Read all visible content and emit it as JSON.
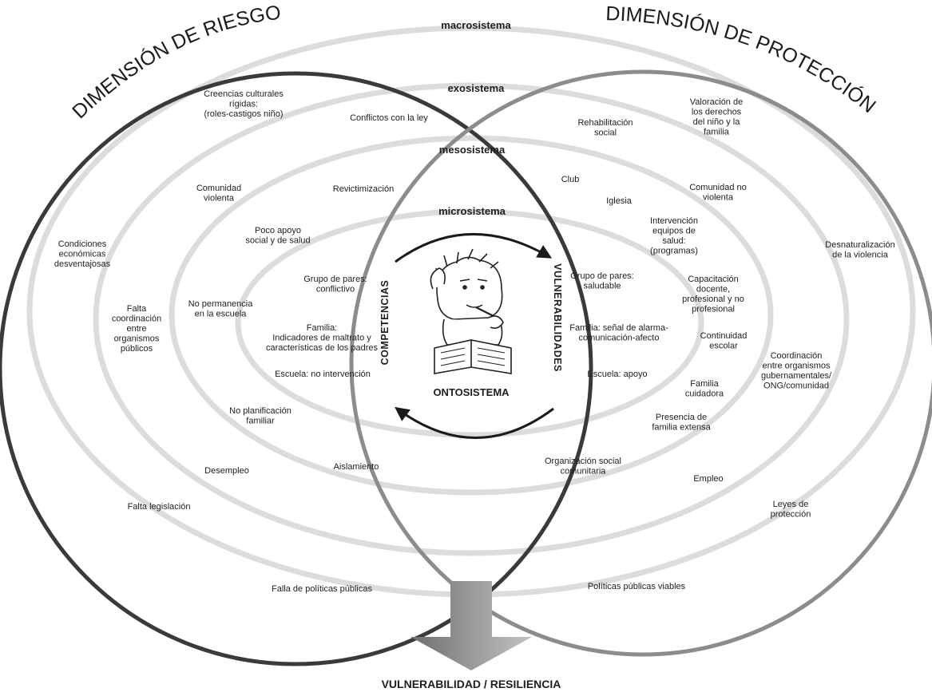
{
  "dimensions": {
    "risk": "DIMENSIÓN DE RIESGO",
    "protection": "DIMENSIÓN DE PROTECCIÓN"
  },
  "systems": {
    "macro": "macrosistema",
    "exo": "exosistema",
    "meso": "mesosistema",
    "micro": "microsistema",
    "onto": "ONTOSISTEMA"
  },
  "axes": {
    "competencias": "COMPETENCIAS",
    "vulnerabilidades": "VULNERABILIDADES"
  },
  "result": "VULNERABILIDAD / RESILIENCIA",
  "risk_factors": {
    "creencias": [
      "Creencias culturales",
      "rígidas:",
      "(roles-castigos niño)"
    ],
    "conflictos": [
      "Conflictos con la ley"
    ],
    "comunidad_violenta": [
      "Comunidad",
      "violenta"
    ],
    "revictimizacion": [
      "Revictimización"
    ],
    "condiciones": [
      "Condiciones",
      "económicas",
      "desventajosas"
    ],
    "poco_apoyo": [
      "Poco apoyo",
      "social y de salud"
    ],
    "grupo_conflictivo": [
      "Grupo de pares:",
      "conflictivo"
    ],
    "falta_coordinacion": [
      "Falta",
      "coordinación",
      "entre",
      "organismos",
      "públicos"
    ],
    "no_permanencia": [
      "No permanencia",
      "en la escuela"
    ],
    "familia_maltrato": [
      "Familia:",
      "Indicadores de maltrato y",
      "características de los padres"
    ],
    "escuela_no": [
      "Escuela: no intervención"
    ],
    "no_planificacion": [
      "No planificación",
      "familiar"
    ],
    "desempleo": [
      "Desempleo"
    ],
    "aislamiento": [
      "Aislamiento"
    ],
    "falta_legislacion": [
      "Falta legislación"
    ],
    "falla_politicas": [
      "Falla de políticas públicas"
    ]
  },
  "protection_factors": {
    "valoracion": [
      "Valoración de",
      "los derechos",
      "del niño y la",
      "familia"
    ],
    "rehabilitacion": [
      "Rehabilitación",
      "social"
    ],
    "club": [
      "Club"
    ],
    "iglesia": [
      "Iglesia"
    ],
    "comunidad_no_violenta": [
      "Comunidad no",
      "violenta"
    ],
    "intervencion": [
      "Intervención",
      "equipos de",
      "salud:",
      "(programas)"
    ],
    "desnaturalizacion": [
      "Desnaturalización",
      "de la violencia"
    ],
    "grupo_saludable": [
      "Grupo de pares:",
      "saludable"
    ],
    "capacitacion": [
      "Capacitación",
      "docente,",
      "profesional y no",
      "profesional"
    ],
    "familia_senal": [
      "Familia: señal de alarma-",
      "comunicación-afecto"
    ],
    "continuidad": [
      "Continuidad",
      "escolar"
    ],
    "coordinacion": [
      "Coordinación",
      "entre organismos",
      "gubernamentales/",
      "ONG/comunidad"
    ],
    "escuela_apoyo": [
      "Escuela: apoyo"
    ],
    "familia_cuidadora": [
      "Familia",
      "cuidadora"
    ],
    "familia_extensa": [
      "Presencia de",
      "familia extensa"
    ],
    "organizacion": [
      "Organización social",
      "comunitaria"
    ],
    "empleo": [
      "Empleo"
    ],
    "leyes": [
      "Leyes de",
      "protección"
    ],
    "politicas_viables": [
      "Políticas públicas viables"
    ]
  },
  "colors": {
    "ring": "#dcdcdc",
    "circle_left": "#3a3a3a",
    "circle_right": "#8c8c8c",
    "arrow": "#8a8a8a",
    "text": "#1e1e1e"
  }
}
